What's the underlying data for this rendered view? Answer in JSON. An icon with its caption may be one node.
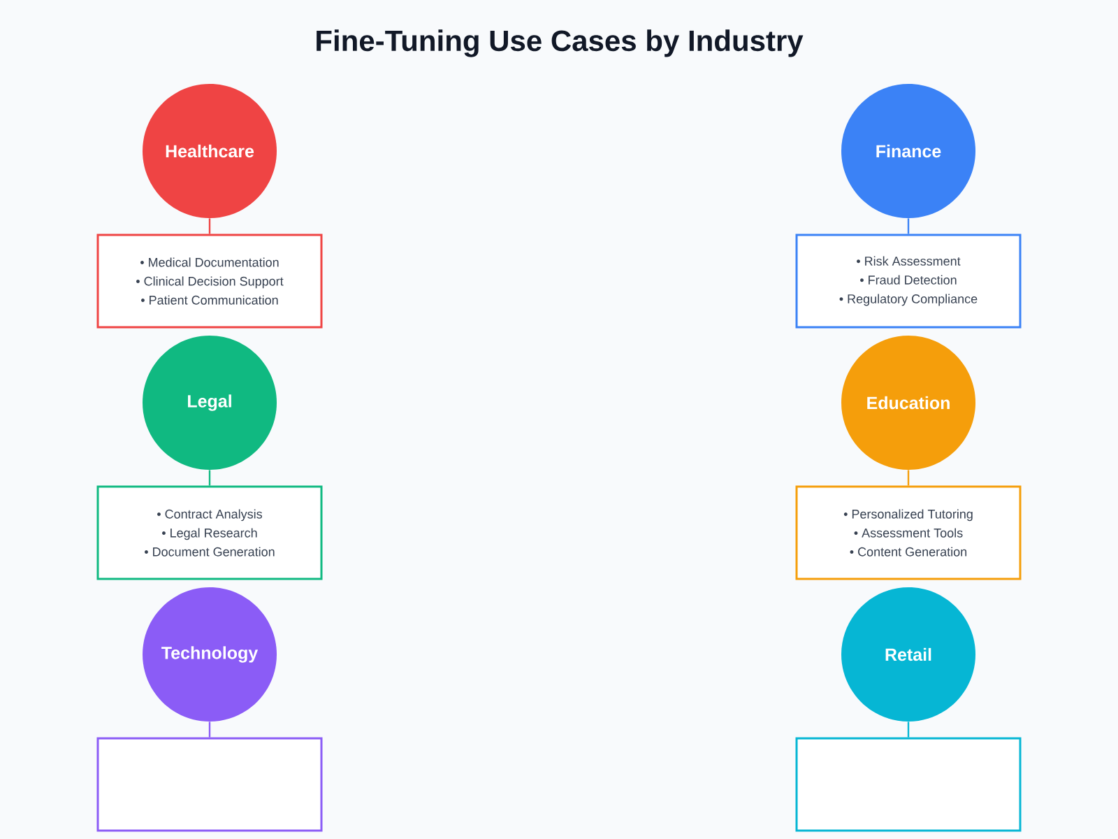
{
  "diagram": {
    "title": "Fine-Tuning Use Cases by Industry",
    "nodes": [
      {
        "text": [
          "Healthcare"
        ]
      },
      {
        "text": [
          "Finance"
        ]
      },
      {
        "text": [
          "• Medical Documentation",
          "• Clinical Decision Support",
          "• Patient Communication"
        ]
      },
      {
        "text": [
          "• Risk Assessment",
          "• Fraud Detection",
          "• Regulatory Compliance"
        ]
      },
      {
        "text": [
          "Legal"
        ]
      },
      {
        "text": [
          "Education"
        ]
      },
      {
        "text": [
          "• Contract Analysis",
          "• Legal Research",
          "• Document Generation"
        ]
      },
      {
        "text": [
          "• Personalized Tutoring",
          "• Assessment Tools",
          "• Content Generation"
        ]
      },
      {
        "text": [
          "Technology"
        ]
      },
      {
        "text": [
          "Retail"
        ]
      },
      {
        "text": [],
        "shape": "box"
      },
      {
        "text": [],
        "shape": "box"
      }
    ],
    "edges": [
      {
        "from": 0,
        "to": 2,
        "arrow": "none",
        "color": "#ef4444"
      },
      {
        "from": 1,
        "to": 3,
        "arrow": "none",
        "color": "#3b82f6"
      },
      {
        "from": 4,
        "to": 6,
        "arrow": "none",
        "color": "#10b981"
      },
      {
        "from": 5,
        "to": 7,
        "arrow": "none",
        "color": "#f59e0b"
      },
      {
        "from": 8,
        "to": 10,
        "arrow": "none",
        "color": "#8b5cf6"
      },
      {
        "from": 9,
        "to": 11,
        "arrow": "none",
        "color": "#06b6d4"
      }
    ]
  }
}
